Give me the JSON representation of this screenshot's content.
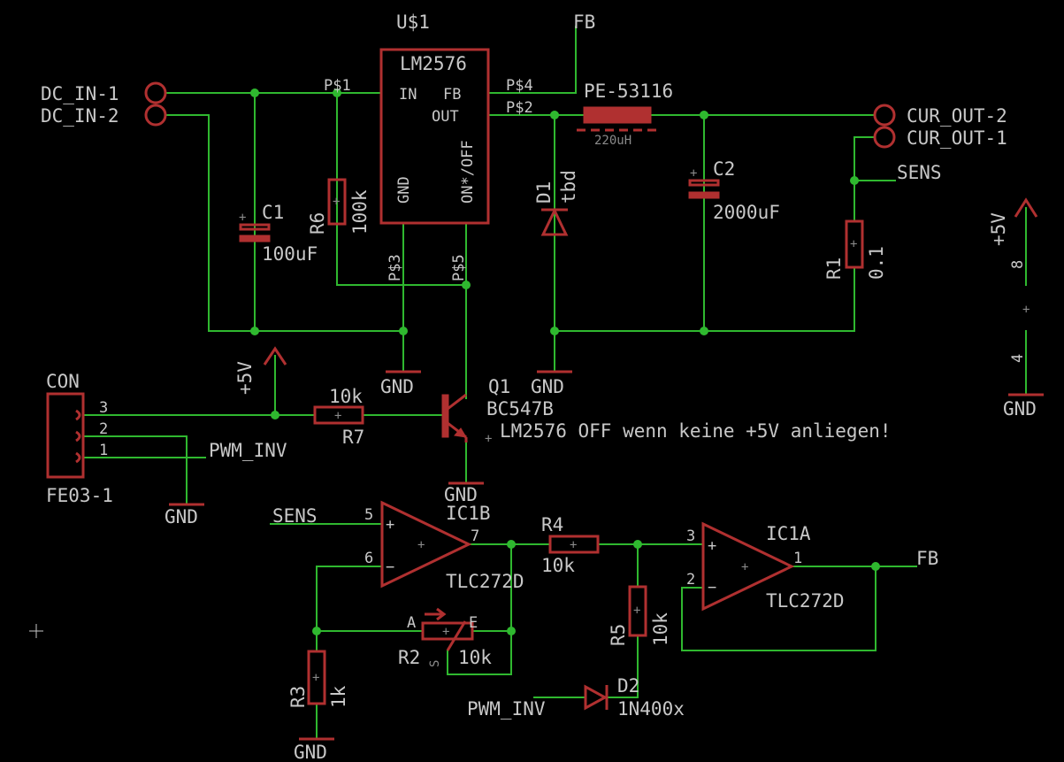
{
  "labels": {
    "ic_name": "U$1",
    "ic_value": "LM2576",
    "pin_in": "IN",
    "pin_fb": "FB",
    "pin_out": "OUT",
    "pin_gnd": "GND",
    "pin_onoff": "ON*/OFF",
    "pad1": "P$1",
    "pad2": "P$2",
    "pad3": "P$3",
    "pad4": "P$4",
    "pad5": "P$5",
    "fb_top": "FB",
    "fb_right": "FB",
    "dc_in_1": "DC_IN-1",
    "dc_in_2": "DC_IN-2",
    "cur_out_2": "CUR_OUT-2",
    "cur_out_1": "CUR_OUT-1",
    "sens_net": "SENS",
    "sens_in": "SENS",
    "l_name": "PE-53116",
    "l_value": "220uH",
    "c1_name": "C1",
    "c1_value": "100uF",
    "c2_name": "C2",
    "c2_value": "2000uF",
    "r6_name": "R6",
    "r6_value": "100k",
    "d1_name": "D1",
    "d1_value": "tbd",
    "r1_name": "R1",
    "r1_value": "0.1",
    "p5v_pwr": "+5V",
    "pin8": "8",
    "pin4": "4",
    "gnd_pwr": "GND",
    "p5v_q": "+5V",
    "gnd_ic": "GND",
    "gnd_d1": "GND",
    "con_name": "CON",
    "con_value": "FE03-1",
    "con_pin3": "3",
    "con_pin2": "2",
    "con_pin1": "1",
    "pwm_inv_con": "PWM_INV",
    "gnd_con": "GND",
    "r7_value": "10k",
    "r7_name": "R7",
    "q1_name": "Q1",
    "q1_value": "BC547B",
    "note": "LM2576 OFF wenn keine +5V anliegen!",
    "gnd_q": "GND",
    "ic1b_name": "IC1B",
    "ic1b_value": "TLC272D",
    "ic1b_pin5": "5",
    "ic1b_pin6": "6",
    "ic1b_pin7": "7",
    "r4_name": "R4",
    "r4_value": "10k",
    "ic1a_name": "IC1A",
    "ic1a_value": "TLC272D",
    "ic1a_pin3": "3",
    "ic1a_pin2": "2",
    "ic1a_pin1": "1",
    "r2_name": "R2",
    "r2_value": "10k",
    "r2_a": "A",
    "r2_e": "E",
    "r2_s": "S",
    "r5_name": "R5",
    "r5_value": "10k",
    "r3_name": "R3",
    "r3_value": "1k",
    "gnd_r3": "GND",
    "d2_name": "D2",
    "d2_value": "1N400x",
    "pwm_inv_d2": "PWM_INV",
    "plus": "+",
    "minus": "−"
  },
  "colors": {
    "background": "#000000",
    "wire": "#2fb82f",
    "symbol": "#b03030",
    "text": "#c8c8c8"
  }
}
